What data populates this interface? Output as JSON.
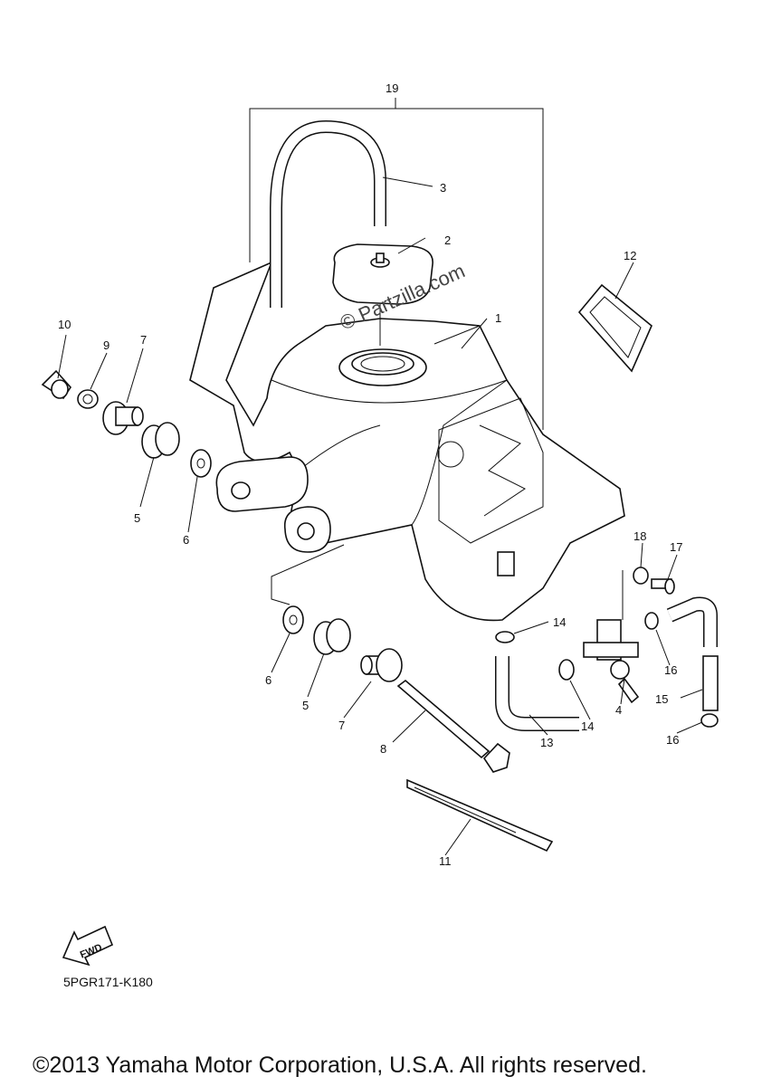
{
  "callouts": {
    "c1": "1",
    "c2": "2",
    "c3": "3",
    "c4": "4",
    "c5a": "5",
    "c5b": "5",
    "c6a": "6",
    "c6b": "6",
    "c7a": "7",
    "c7b": "7",
    "c8": "8",
    "c9": "9",
    "c10": "10",
    "c11": "11",
    "c12": "12",
    "c13": "13",
    "c14a": "14",
    "c14b": "14",
    "c15": "15",
    "c16a": "16",
    "c16b": "16",
    "c17": "17",
    "c18": "18",
    "c19": "19"
  },
  "watermark": "© Partzilla.com",
  "fwd_label": "FWD",
  "diagram_code": "5PGR171-K180",
  "copyright": "©2013 Yamaha Motor Corporation, U.S.A. All rights reserved."
}
